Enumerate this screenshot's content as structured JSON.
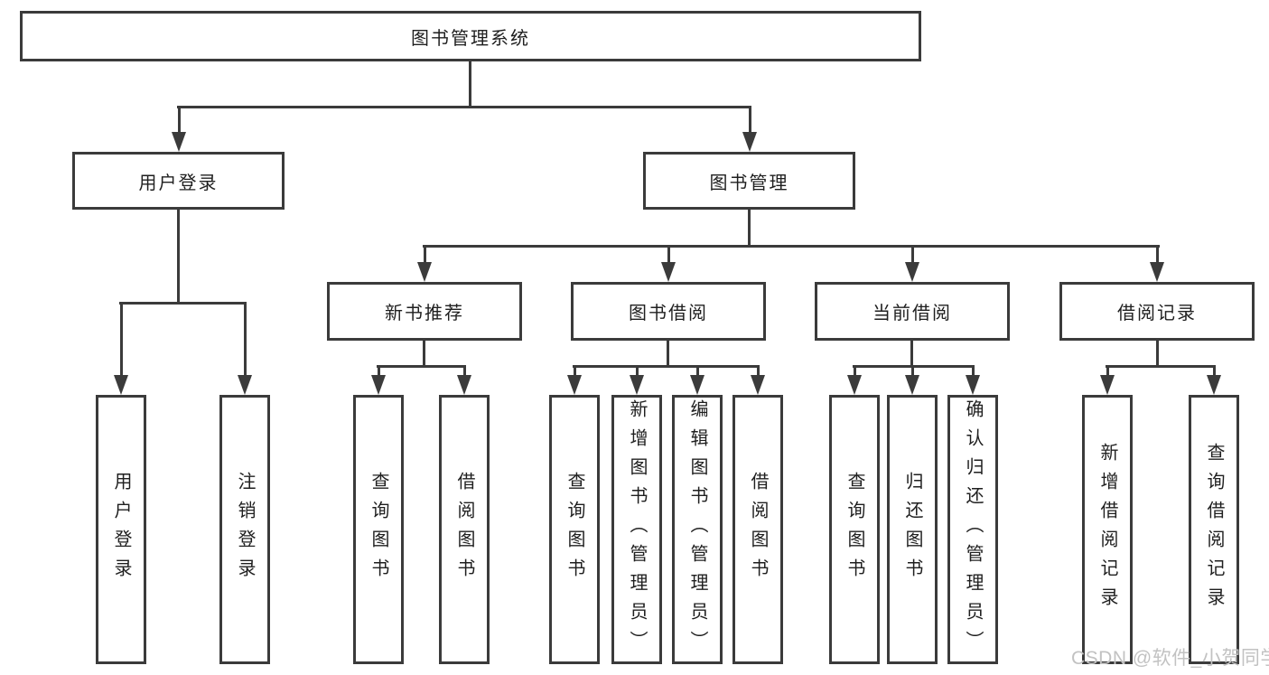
{
  "colors": {
    "line": "#3b3b3b",
    "text": "#1f1f1f",
    "watermark": "#c2c2c2",
    "background": "#ffffff"
  },
  "watermark": {
    "text": "CSDN @软件_小贺同学"
  },
  "tree": {
    "root": {
      "label": "图书管理系统"
    },
    "branches": [
      {
        "label": "用户登录",
        "children": [
          {
            "label": "用户登录"
          },
          {
            "label": "注销登录"
          }
        ]
      },
      {
        "label": "图书管理",
        "children": [
          {
            "label": "新书推荐",
            "children": [
              {
                "label": "查询图书"
              },
              {
                "label": "借阅图书"
              }
            ]
          },
          {
            "label": "图书借阅",
            "children": [
              {
                "label": "查询图书"
              },
              {
                "label": "新增图书（管理员）"
              },
              {
                "label": "编辑图书（管理员）"
              },
              {
                "label": "借阅图书"
              }
            ]
          },
          {
            "label": "当前借阅",
            "children": [
              {
                "label": "查询图书"
              },
              {
                "label": "归还图书"
              },
              {
                "label": "确认归还（管理员）"
              }
            ]
          },
          {
            "label": "借阅记录",
            "children": [
              {
                "label": "新增借阅记录"
              },
              {
                "label": "查询借阅记录"
              }
            ]
          }
        ]
      }
    ]
  }
}
